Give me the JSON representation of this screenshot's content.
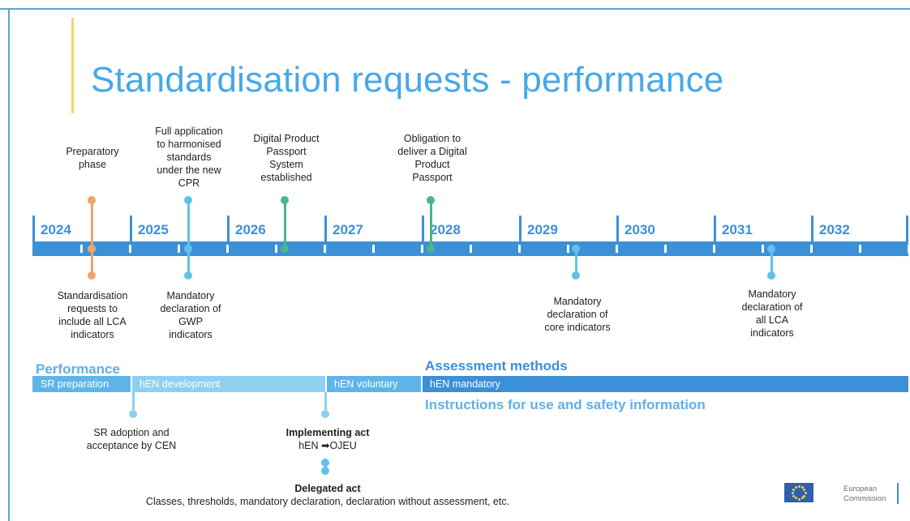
{
  "title": "Standardisation requests - performance",
  "years": [
    "2024",
    "2025",
    "2026",
    "2027",
    "2028",
    "2029",
    "2030",
    "2031",
    "2032"
  ],
  "milestones_above": [
    {
      "id": "preparatory",
      "lines": [
        "Preparatory",
        "phase"
      ],
      "color": "#f0a36b"
    },
    {
      "id": "full-application",
      "lines": [
        "Full application",
        "to harmonised",
        "standards",
        "under the new",
        "CPR"
      ],
      "color": "#5fc3e8"
    },
    {
      "id": "dpp-established",
      "lines": [
        "Digital Product",
        "Passport",
        "System",
        "established"
      ],
      "color": "#4cb58a"
    },
    {
      "id": "dpp-obligation",
      "lines": [
        "Obligation to",
        "deliver a Digital",
        "Product",
        "Passport"
      ],
      "color": "#4cb58a"
    }
  ],
  "milestones_below": [
    {
      "id": "sr-include-lca",
      "lines": [
        "Standardisation",
        "requests to",
        "include all LCA",
        "indicators"
      ],
      "color": "#f0a36b"
    },
    {
      "id": "gwp-declaration",
      "lines": [
        "Mandatory",
        "declaration of",
        "GWP",
        "indicators"
      ],
      "color": "#5fc3e8"
    },
    {
      "id": "core-declaration",
      "lines": [
        "Mandatory",
        "declaration of",
        "core indicators"
      ],
      "color": "#5fc3e8"
    },
    {
      "id": "lca-declaration",
      "lines": [
        "Mandatory",
        "declaration of",
        "all LCA",
        "indicators"
      ],
      "color": "#5fc3e8"
    }
  ],
  "performance": {
    "heading": "Performance",
    "segments": [
      {
        "label": "SR preparation",
        "color": "#5db5ea"
      },
      {
        "label": "hEN development",
        "color": "#8fd0f2"
      },
      {
        "label": "hEN voluntary",
        "color": "#5db5ea"
      },
      {
        "label": "hEN mandatory",
        "color": "#3c90d8"
      }
    ]
  },
  "assessment_heading": "Assessment methods",
  "instructions_heading": "Instructions for use and safety information",
  "bottom_labels": {
    "sr_adoption": [
      "SR adoption and",
      "acceptance by CEN"
    ],
    "implementing_title": "Implementing act",
    "implementing_text": "hEN ➡OJEU",
    "delegated_title": "Delegated act",
    "delegated_text": "Classes, thresholds, mandatory declaration, declaration without assessment, etc."
  },
  "footer": {
    "org_line1": "European",
    "org_line2": "Commission"
  },
  "colors": {
    "accent": "#45a9e8",
    "band": "#3c90d8",
    "orange": "#f0a36b",
    "cyan": "#5fc3e8",
    "green": "#4cb58a"
  }
}
